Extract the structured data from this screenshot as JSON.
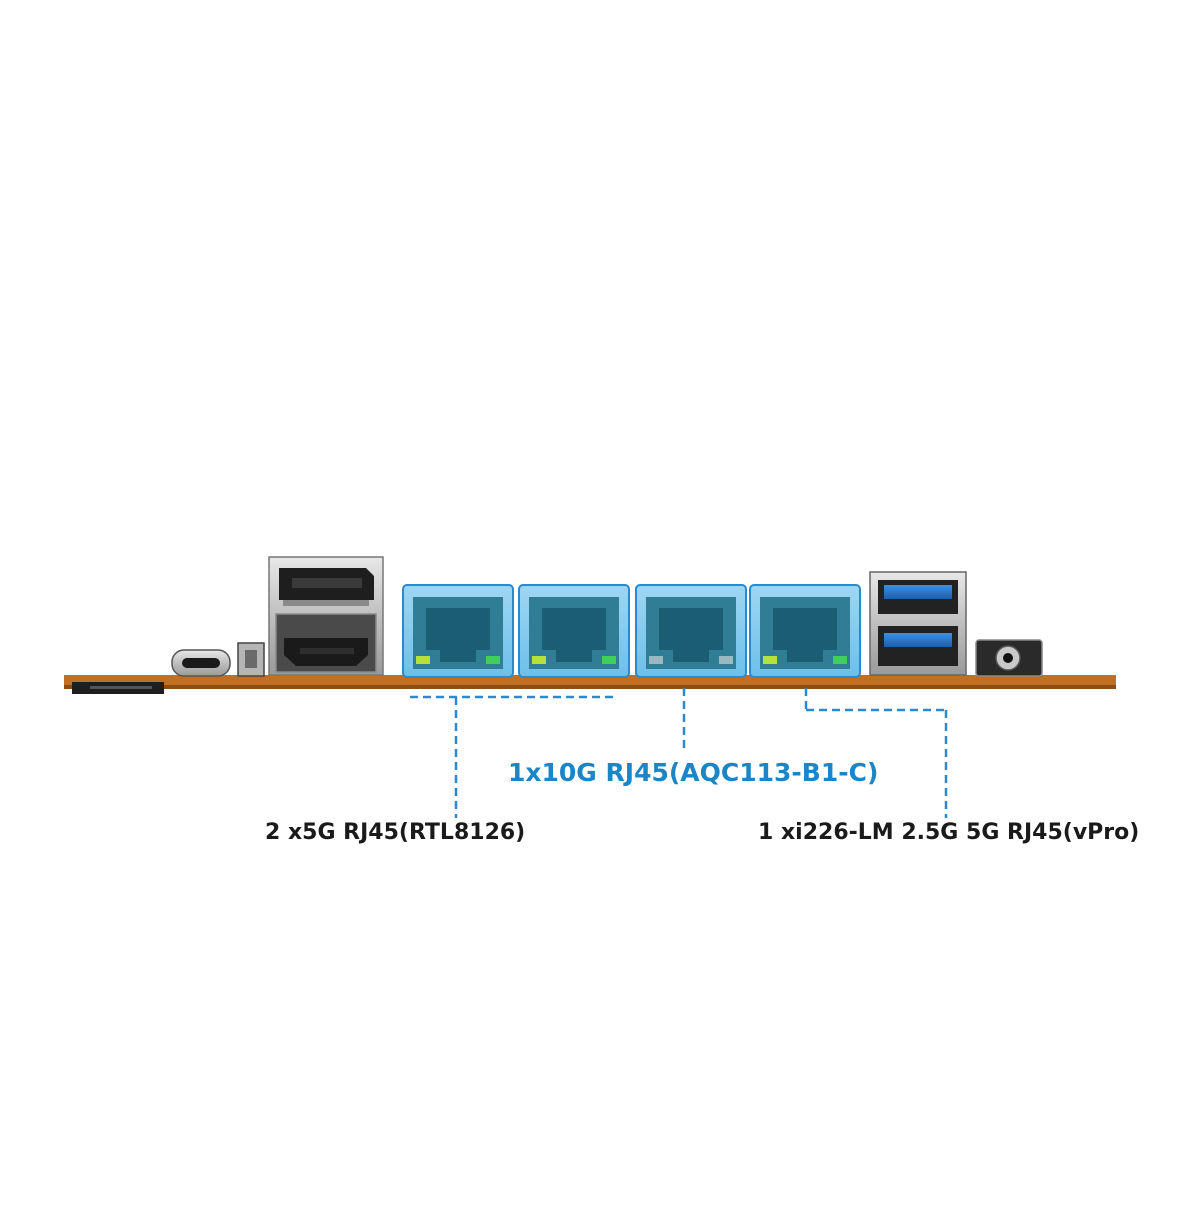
{
  "colors": {
    "background": "#ffffff",
    "pcb": "#c07020",
    "highlight": "#1a86c8",
    "leader_line": "#2a8ad0",
    "label_text": "#1a1a1a"
  },
  "labels": {
    "rtl8126": "2 x5G RJ45(RTL8126)",
    "aqc113": "1x10G RJ45(AQC113-B1-C)",
    "i226": "1 xi226-LM 2.5G 5G RJ45(vPro)"
  },
  "ports": [
    {
      "name": "micro-sd-slot"
    },
    {
      "name": "usb-c-port"
    },
    {
      "name": "power-button"
    },
    {
      "name": "displayport"
    },
    {
      "name": "hdmi-port"
    },
    {
      "name": "rj45-port-1",
      "highlighted": true
    },
    {
      "name": "rj45-port-2",
      "highlighted": true
    },
    {
      "name": "rj45-port-3",
      "highlighted": true
    },
    {
      "name": "rj45-port-4",
      "highlighted": true
    },
    {
      "name": "usb-a-port-top"
    },
    {
      "name": "usb-a-port-bottom"
    },
    {
      "name": "audio-jack"
    }
  ]
}
